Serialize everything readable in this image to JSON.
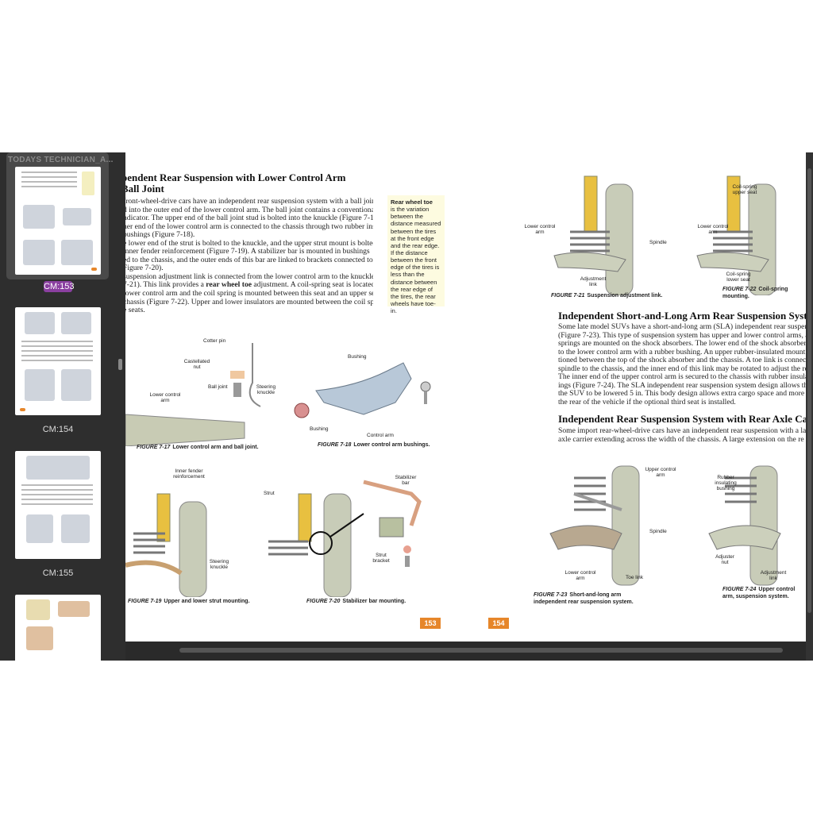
{
  "sidebar": {
    "title": "TODAYS TECHNICIAN_A...",
    "thumbnails": [
      {
        "label": "CM:153",
        "selected": true
      },
      {
        "label": "CM:154"
      },
      {
        "label": "CM:155"
      }
    ]
  },
  "left_page": {
    "heading_line1": "pendent Rear Suspension with Lower Control Arm",
    "heading_line2": "Ball Joint",
    "paragraph_lines": [
      "front-wheel-drive cars have an independent rear suspension system with a ball joint",
      "d into the outer end of the lower control arm. The ball joint contains a conventional",
      "ndicator. The upper end of the ball joint stud is bolted into the knuckle (Figure 7-17).",
      "ner end of the lower control arm is connected to the chassis through two rubber insu-",
      "bushings (Figure 7-18).",
      "e lower end of the strut is bolted to the knuckle, and the upper strut mount is bolted",
      " inner fender reinforcement (Figure 7-19). A stabilizer bar is mounted in bushings",
      "ed to the chassis, and the outer ends of this bar are linked to brackets connected to the",
      "Figure 7-20).",
      "suspension adjustment link is connected from the lower control arm to the knuckle",
      " 7-21). This link provides a ",
      "lower control arm and the coil spring is mounted between this seat and an upper seat",
      "chassis (Figure 7-22). Upper and lower insulators are mounted between the coil spring",
      "e seats."
    ],
    "bold_term": "rear wheel toe",
    "line11_tail": " adjustment. A coil-spring seat is located",
    "sidenote": {
      "term": "Rear wheel toe",
      "text": "is the variation between the distance measured between the tires at the front edge and the rear edge. If the distance between the front edge of the tires is less than the distance between the rear edge of the tires, the rear wheels have toe-in."
    },
    "figures": [
      {
        "number": "FIGURE 7-17",
        "caption": "Lower control arm and ball joint.",
        "labels": [
          "Cotter pin",
          "Castellated nut",
          "Ball joint",
          "Steering knuckle",
          "Lower control arm"
        ]
      },
      {
        "number": "FIGURE 7-18",
        "caption": "Lower control arm bushings.",
        "labels": [
          "Bushing",
          "Bushing",
          "Control arm"
        ]
      },
      {
        "number": "FIGURE 7-19",
        "caption": "Upper and lower strut mounting.",
        "labels": [
          "Inner fender reinforcement",
          "Steering knuckle"
        ]
      },
      {
        "number": "FIGURE 7-20",
        "caption": "Stabilizer bar mounting.",
        "labels": [
          "Strut",
          "Stabilizer bar",
          "Strut bracket"
        ]
      }
    ],
    "page_number": "153"
  },
  "right_page": {
    "figures": [
      {
        "number": "FIGURE 7-21",
        "caption": "Suspension adjustment link.",
        "labels": [
          "Lower control arm",
          "Spindle",
          "Adjustment link"
        ]
      },
      {
        "number": "FIGURE 7-22",
        "caption": "Coil-spring mounting.",
        "labels": [
          "Coil-spring upper seat",
          "Lower control arm",
          "Coil-spring lower seat"
        ]
      },
      {
        "number": "FIGURE 7-23",
        "caption": "Short-and-long arm independent rear suspension system.",
        "labels": [
          "Upper control arm",
          "Spindle",
          "Lower control arm",
          "Toe link"
        ]
      },
      {
        "number": "FIGURE 7-24",
        "caption": "Upper control arm, suspension system.",
        "labels": [
          "Rubber insulating bushing",
          "Adjuster nut",
          "Adjustment link"
        ]
      }
    ],
    "section1_heading": "Independent Short-and-Long Arm Rear Suspension System",
    "section1_lines": [
      "Some late model SUVs have a short-and-long arm (SLA) independent rear suspension",
      "(Figure 7-23). This type of suspension system has upper and lower control arms, and t",
      "springs are mounted on the shock absorbers. The lower end of the shock absorber is ma",
      "to the lower control arm with a rubber bushing. An upper rubber-insulated mount i",
      "tioned between the top of the shock absorber and the chassis. A toe link is connected fro",
      "spindle to the chassis, and the inner end of this link may be rotated to adjust the rear whe",
      "The inner end of the upper control arm is secured to the chassis with rubber insulating",
      "ings (Figure 7-24). The SLA independent rear suspension system design allows the rear",
      "the SUV to be lowered 5 in. This body design allows extra cargo space and more headro",
      "the rear of the vehicle if the optional third seat is installed."
    ],
    "section2_heading": "Independent Rear Suspension System with Rear Axle Carrier",
    "section2_lines": [
      "Some import rear-wheel-drive cars have an independent rear suspension with a larg",
      "axle carrier extending across the width of the chassis. A large extension on the re"
    ],
    "page_number": "154"
  },
  "colors": {
    "accent_orange": "#e6862a",
    "selected_badge": "#8a3fa0",
    "sidenote_bg": "#fdfbe0",
    "sidebar_bg": "#2e2e2e"
  }
}
